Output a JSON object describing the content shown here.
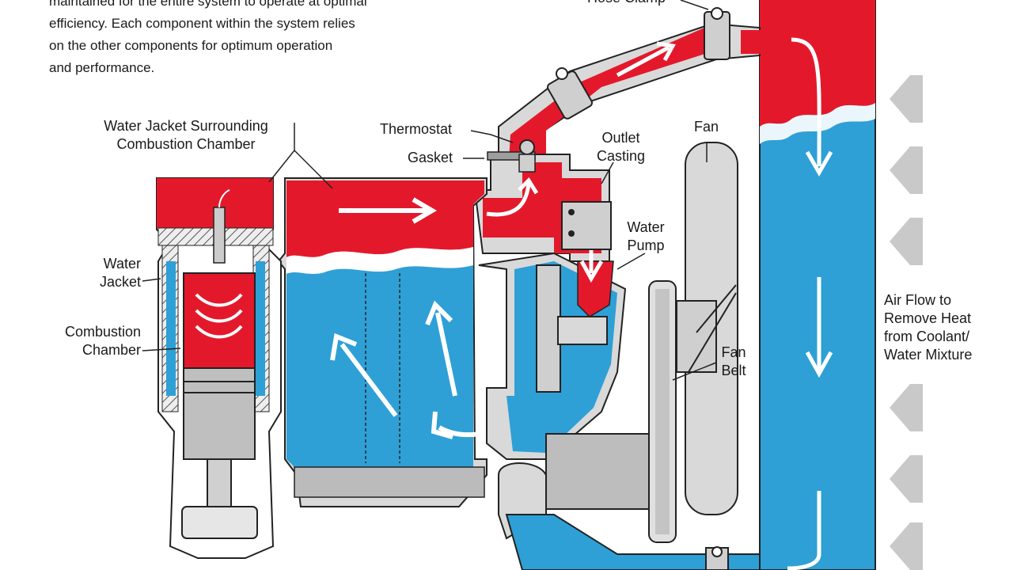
{
  "intro_lines": [
    "maintained for the entire system to operate at optimal",
    "efficiency. Each component within the system relies",
    "on the other components for optimum operation",
    "and performance."
  ],
  "labels": {
    "hose_clamp_partial": "Hose Clamp",
    "water_jacket_surrounding": [
      "Water Jacket Surrounding",
      "Combustion Chamber"
    ],
    "thermostat": "Thermostat",
    "gasket": "Gasket",
    "outlet_casting": [
      "Outlet",
      "Casting"
    ],
    "fan": "Fan",
    "water_pump": [
      "Water",
      "Pump"
    ],
    "water_jacket": [
      "Water",
      "Jacket"
    ],
    "combustion_chamber": [
      "Combustion",
      "Chamber"
    ],
    "fan_belt": [
      "Fan",
      "Belt"
    ],
    "air_flow": [
      "Air Flow to",
      "Remove Heat",
      "from Coolant/",
      "Water Mixture"
    ]
  },
  "colors": {
    "hot_coolant": "#e3192b",
    "cool_coolant": "#2ea0d6",
    "metal_light": "#d9d9d9",
    "metal_dark": "#a8a8a8",
    "outline": "#222222",
    "air_arrow": "#c9c9c9"
  }
}
